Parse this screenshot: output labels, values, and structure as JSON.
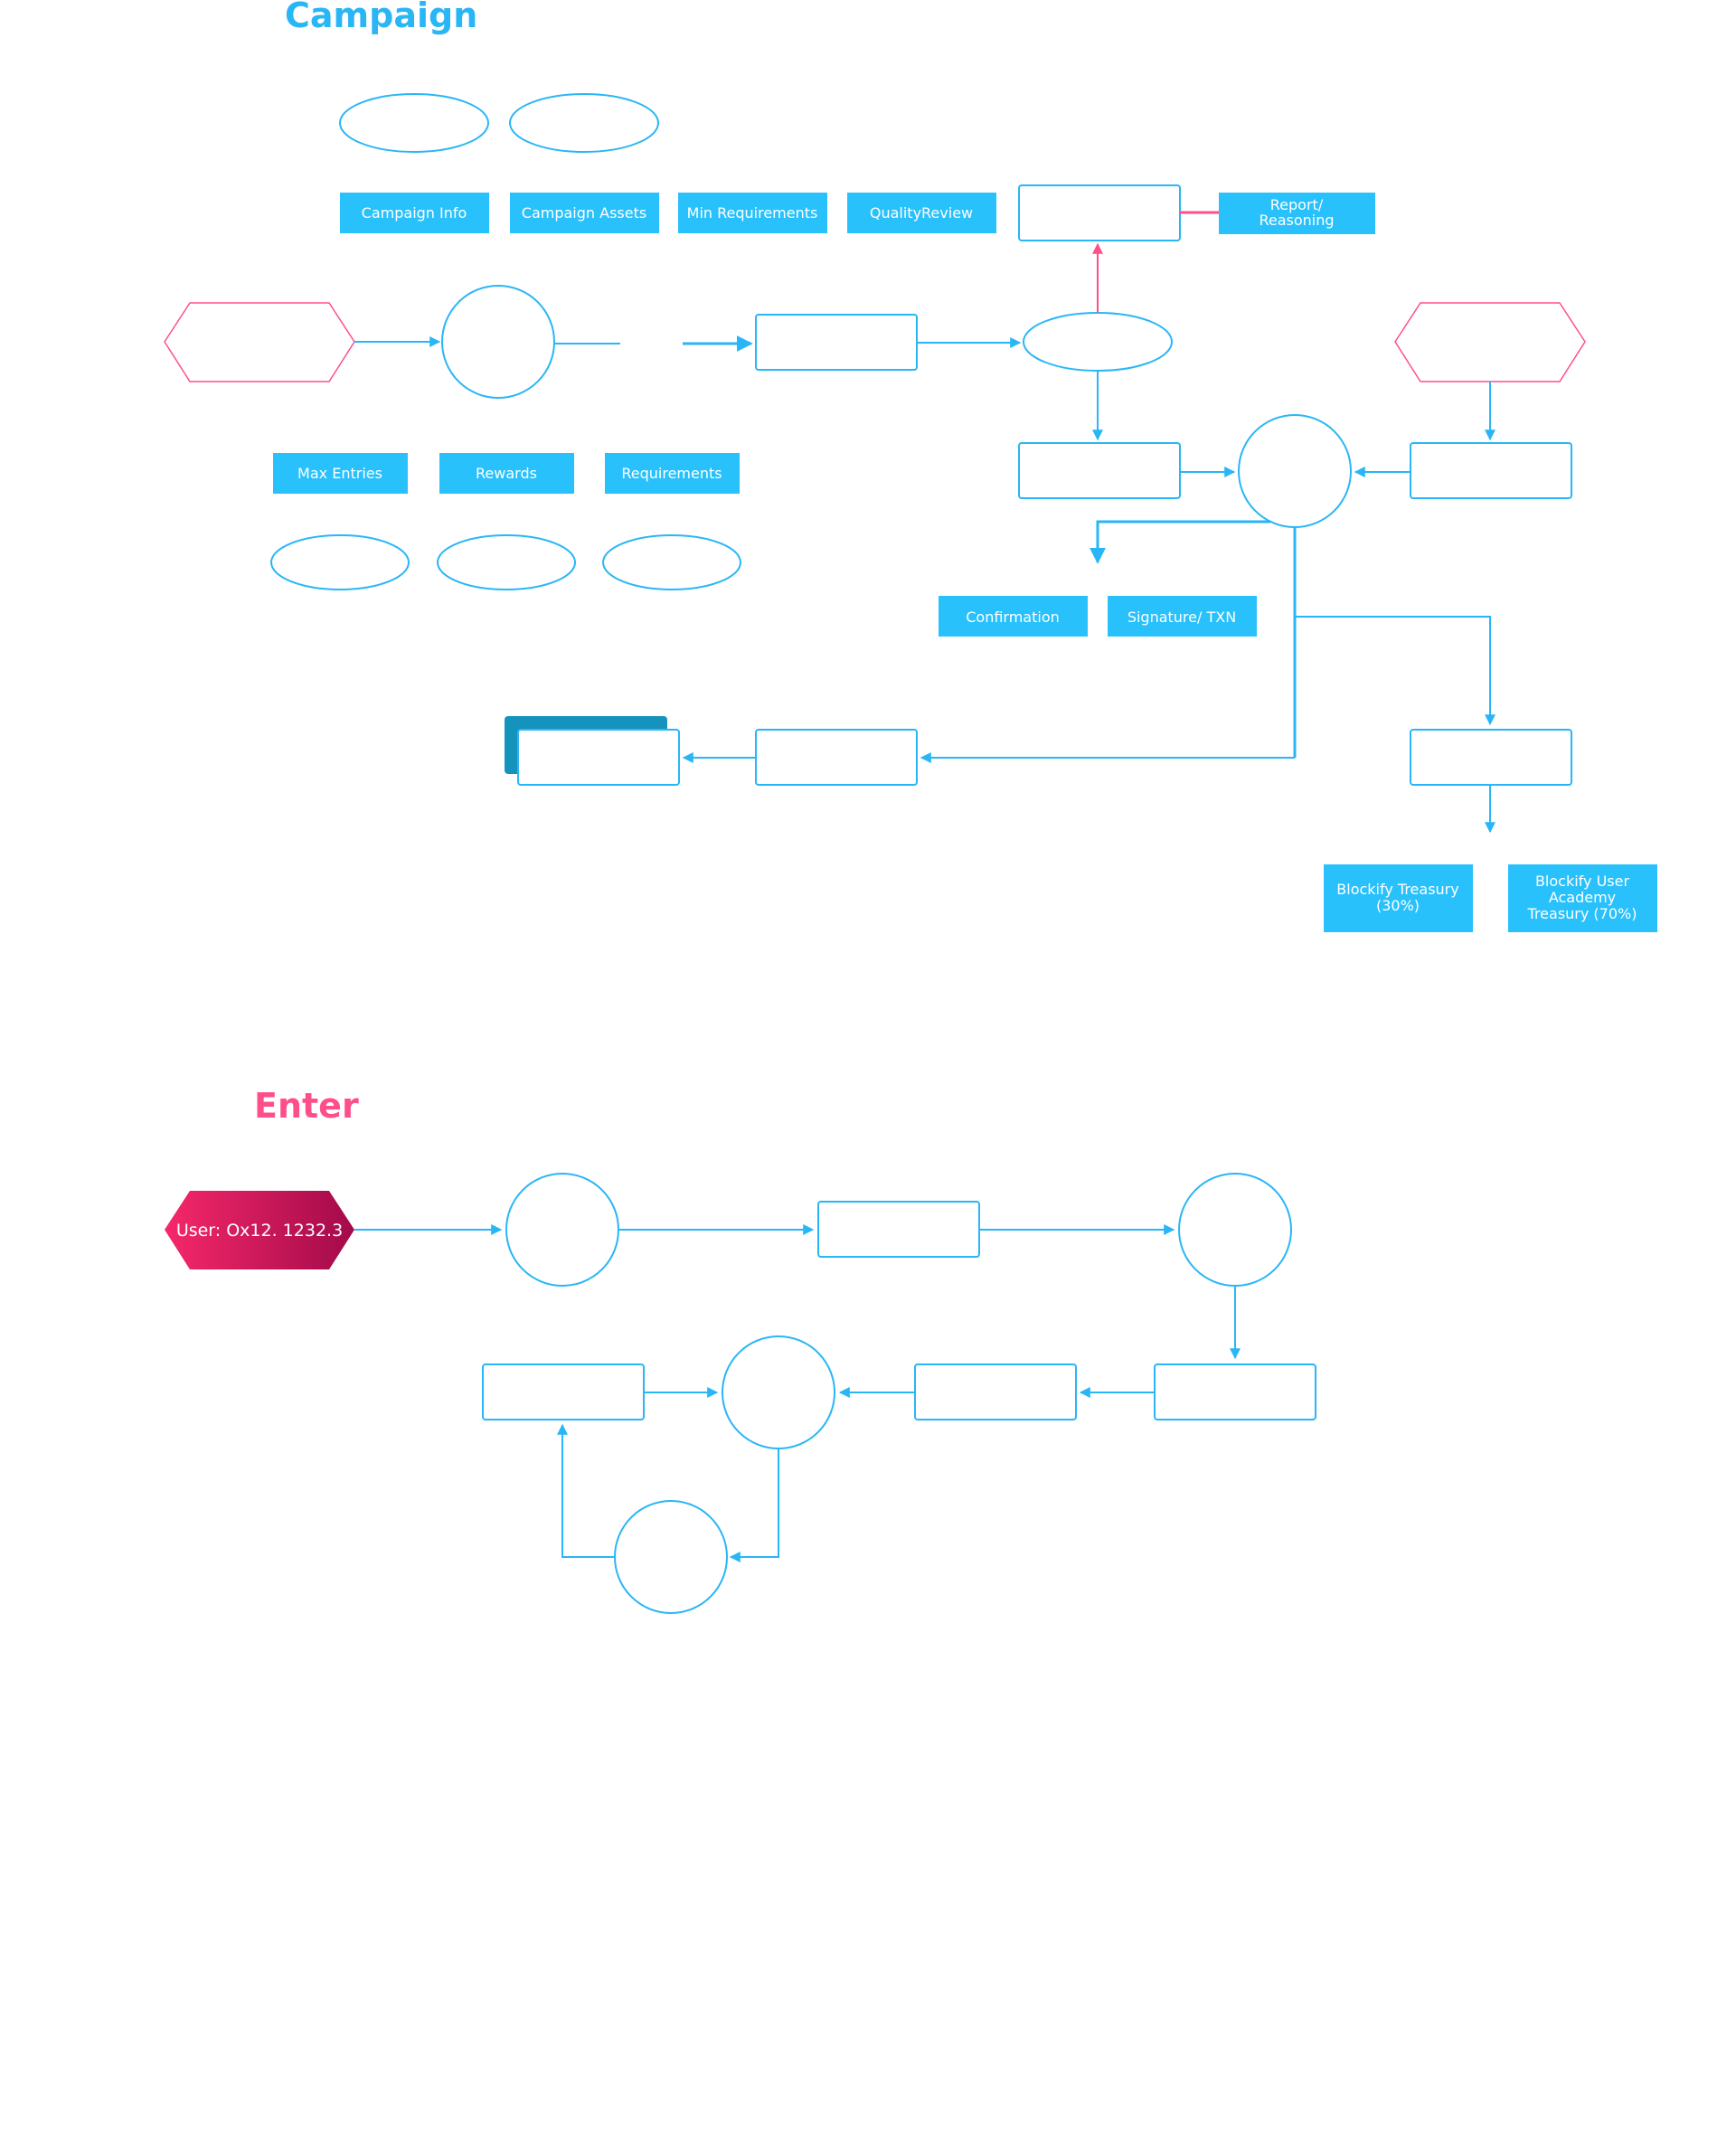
{
  "colors": {
    "primary": "#29b6f6",
    "accent": "#ff4f8b",
    "tag_fill": "#29c1fc",
    "user_gradient_start": "#f5286a",
    "user_gradient_end": "#a30a4a",
    "stack_shadow": "#1693bd"
  },
  "sections": {
    "campaign_title": "Campaign",
    "enter_title": "Enter"
  },
  "campaign": {
    "tags": {
      "campaign_info": "Campaign Info",
      "campaign_assets": "Campaign Assets",
      "min_requirements": "Min Requirements",
      "quality_review": "QualityReview",
      "report_line1": "Report/",
      "report_line2": "Reasoning",
      "max_entries": "Max Entries",
      "rewards": "Rewards",
      "requirements": "Requirements",
      "confirmation": "Confirmation",
      "signature_txn": "Signature/ TXN",
      "treasury_line1": "Blockify Treasury",
      "treasury_line2": "(30%)",
      "academy_line1": "Blockify User",
      "academy_line2": "Academy",
      "academy_line3": "Treasury (70%)"
    }
  },
  "enter": {
    "user_label": "User: Ox12. 1232.3"
  }
}
